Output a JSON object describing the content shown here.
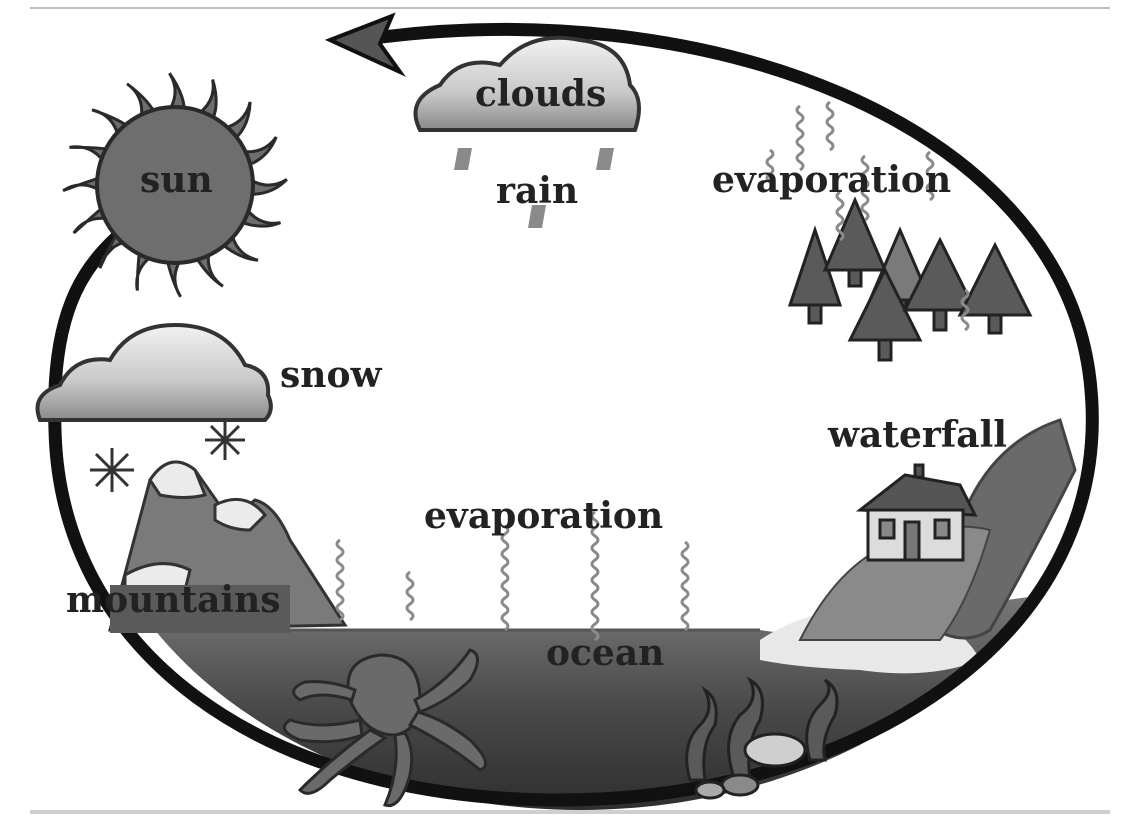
{
  "diagram": {
    "labels": {
      "clouds": "clouds",
      "rain": "rain",
      "sun": "sun",
      "evaporation_top": "evaporation",
      "snow": "snow",
      "waterfall": "waterfall",
      "evaporation_middle": "evaporation",
      "mountains": "mountains",
      "ocean": "ocean"
    },
    "icons": [
      "sun-icon",
      "cloud-icon",
      "rain-icon",
      "tree-icon",
      "house-icon",
      "mountain-icon",
      "snowflake-icon",
      "octopus-icon",
      "seaweed-icon",
      "vapor-icon"
    ],
    "colors": {
      "cycle_loop": "#111111",
      "sun": "#6e6e6e",
      "ocean": "#4a4a4a",
      "trees": "#5a5a5a",
      "cloud": "#d0d0d0"
    }
  }
}
